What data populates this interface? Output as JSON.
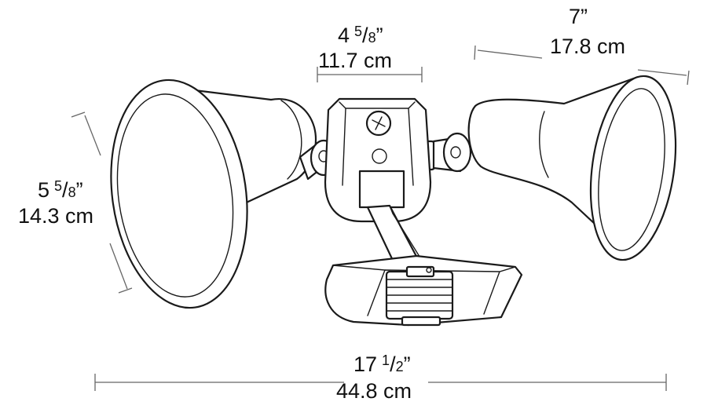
{
  "dimensions": {
    "top_center": {
      "inches_whole": "4",
      "inches_num": "5",
      "inches_den": "8",
      "inches_mark": "”",
      "metric": "11.7 cm"
    },
    "top_right": {
      "inches": "7”",
      "metric": "17.8 cm"
    },
    "left": {
      "inches_whole": "5",
      "inches_num": "5",
      "inches_den": "8",
      "inches_mark": "”",
      "metric": "14.3 cm"
    },
    "bottom": {
      "inches_whole": "17",
      "inches_num": "1",
      "inches_den": "2",
      "inches_mark": "”",
      "metric": "44.8 cm"
    }
  }
}
